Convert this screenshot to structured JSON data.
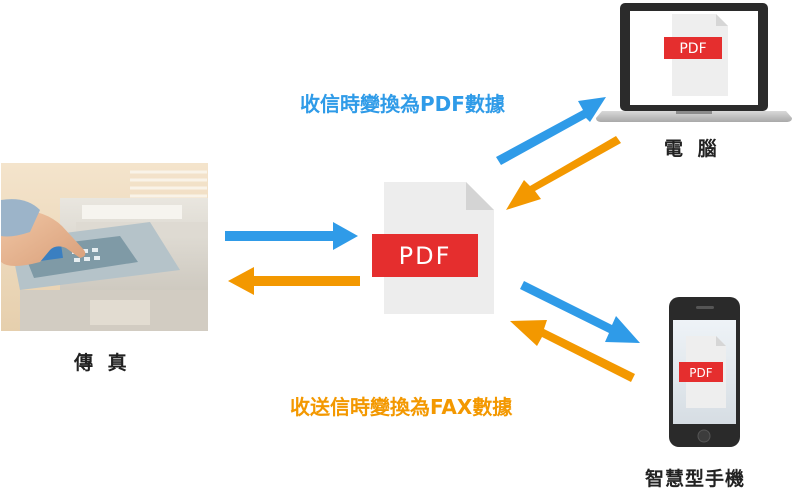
{
  "labels": {
    "fax": "傳 真",
    "computer": "電 腦",
    "smartphone": "智慧型手機",
    "receive_conversion": "收信時變換為PDF數據",
    "send_conversion": "收送信時變換為FAX數據"
  },
  "pdf_badges": {
    "center": "PDF",
    "laptop": "PDF",
    "phone": "PDF"
  },
  "colors": {
    "blue_arrow": "#2f9be8",
    "orange_arrow": "#f39800",
    "pdf_red": "#e52e2e"
  },
  "icons": {
    "fax_photo": "fax-machine-photo",
    "document": "pdf-document-icon",
    "laptop": "laptop-icon",
    "phone": "smartphone-icon"
  }
}
